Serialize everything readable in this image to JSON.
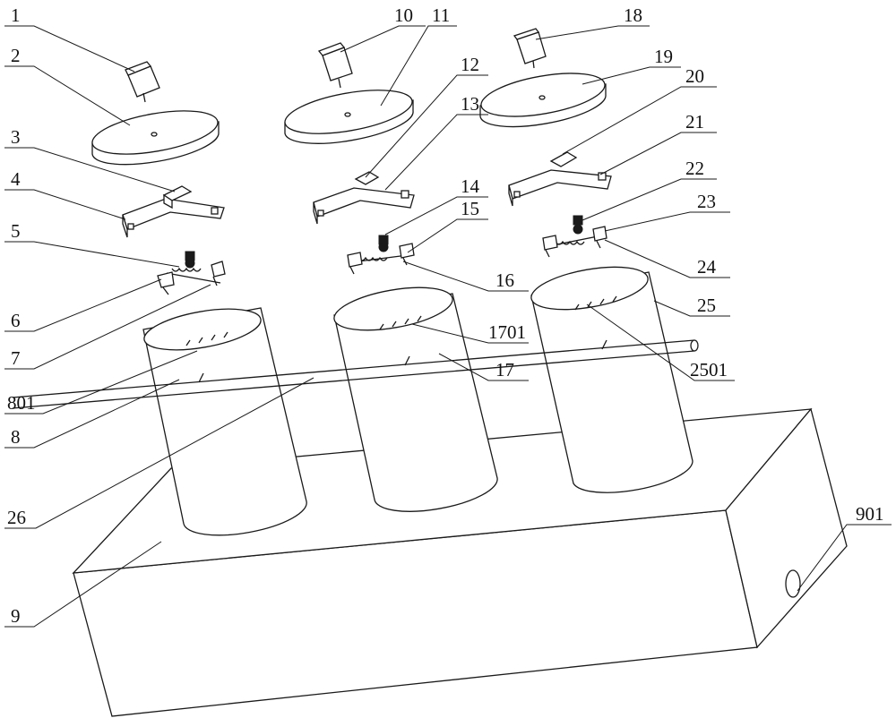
{
  "figure": {
    "callouts": [
      {
        "id": "c1",
        "text": "1"
      },
      {
        "id": "c2",
        "text": "2"
      },
      {
        "id": "c3",
        "text": "3"
      },
      {
        "id": "c4",
        "text": "4"
      },
      {
        "id": "c5",
        "text": "5"
      },
      {
        "id": "c6",
        "text": "6"
      },
      {
        "id": "c7",
        "text": "7"
      },
      {
        "id": "c801",
        "text": "801"
      },
      {
        "id": "c8",
        "text": "8"
      },
      {
        "id": "c26",
        "text": "26"
      },
      {
        "id": "c9",
        "text": "9"
      },
      {
        "id": "c10",
        "text": "10"
      },
      {
        "id": "c11",
        "text": "11"
      },
      {
        "id": "c12",
        "text": "12"
      },
      {
        "id": "c13",
        "text": "13"
      },
      {
        "id": "c14",
        "text": "14"
      },
      {
        "id": "c15",
        "text": "15"
      },
      {
        "id": "c16",
        "text": "16"
      },
      {
        "id": "c1701",
        "text": "1701"
      },
      {
        "id": "c17",
        "text": "17"
      },
      {
        "id": "c18",
        "text": "18"
      },
      {
        "id": "c19",
        "text": "19"
      },
      {
        "id": "c20",
        "text": "20"
      },
      {
        "id": "c21",
        "text": "21"
      },
      {
        "id": "c22",
        "text": "22"
      },
      {
        "id": "c23",
        "text": "23"
      },
      {
        "id": "c24",
        "text": "24"
      },
      {
        "id": "c25",
        "text": "25"
      },
      {
        "id": "c2501",
        "text": "2501"
      },
      {
        "id": "c901",
        "text": "901"
      }
    ]
  }
}
